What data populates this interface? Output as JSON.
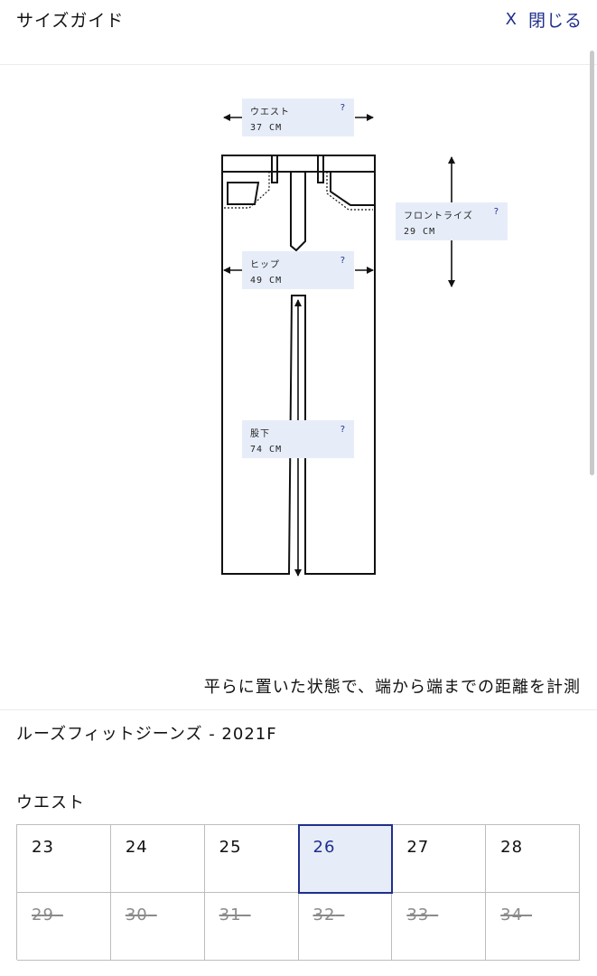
{
  "header": {
    "title": "サイズガイド",
    "close_icon": "X",
    "close_label": "閉じる",
    "accent_color": "#1f2f8c"
  },
  "diagram": {
    "label_bg_color": "#e7edf8",
    "measurements": [
      {
        "name": "ウエスト",
        "value": "37 CM",
        "help": "?"
      },
      {
        "name": "フロントライズ",
        "value": "29 CM",
        "help": "?"
      },
      {
        "name": "ヒップ",
        "value": "49 CM",
        "help": "?"
      },
      {
        "name": "股下",
        "value": "74 CM",
        "help": "?"
      }
    ]
  },
  "note": "平らに置いた状態で、端から端までの距離を計測",
  "product": {
    "name": "ルーズフィットジーンズ - 2021F"
  },
  "size_section": {
    "label": "ウエスト",
    "sizes": [
      {
        "label": "23",
        "state": "available"
      },
      {
        "label": "24",
        "state": "available"
      },
      {
        "label": "25",
        "state": "available"
      },
      {
        "label": "26",
        "state": "selected"
      },
      {
        "label": "27",
        "state": "available"
      },
      {
        "label": "28",
        "state": "available"
      },
      {
        "label": "29",
        "state": "soldout"
      },
      {
        "label": "30",
        "state": "soldout"
      },
      {
        "label": "31",
        "state": "soldout"
      },
      {
        "label": "32",
        "state": "soldout"
      },
      {
        "label": "33",
        "state": "soldout"
      },
      {
        "label": "34",
        "state": "soldout"
      }
    ]
  }
}
